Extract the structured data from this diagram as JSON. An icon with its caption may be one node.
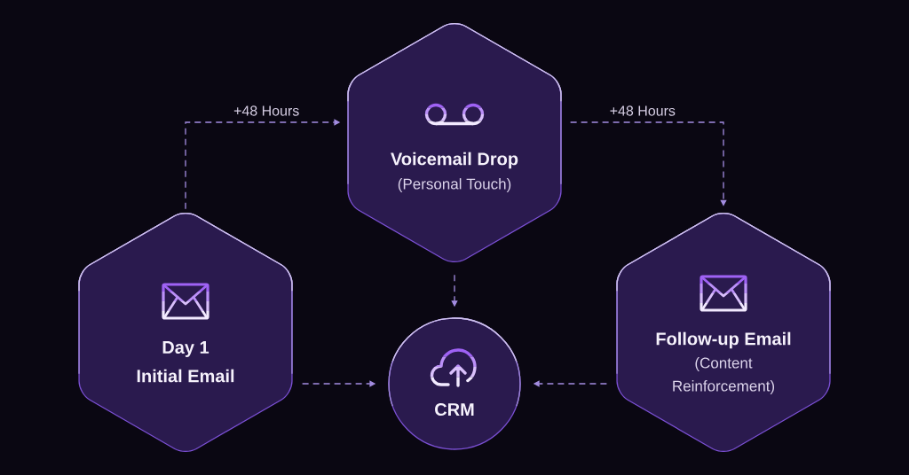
{
  "diagram": {
    "nodes": [
      {
        "text": [
          "Day 1",
          "Initial Email"
        ]
      },
      {
        "text": [
          "Voicemail Drop",
          "(Personal Touch)"
        ]
      },
      {
        "text": [
          "Follow-up Email",
          "(Content Reinforcement)"
        ]
      },
      {
        "text": [
          "CRM"
        ]
      }
    ],
    "edges": [
      {
        "from": 0,
        "to": 1,
        "arrow": "to",
        "label": "+48 Hours",
        "style": "dashed"
      },
      {
        "from": 1,
        "to": 2,
        "arrow": "to",
        "label": "+48 Hours",
        "style": "dashed"
      },
      {
        "from": 1,
        "to": 3,
        "arrow": "to",
        "style": "dashed"
      },
      {
        "from": 0,
        "to": 3,
        "arrow": "to",
        "style": "dashed"
      },
      {
        "from": 2,
        "to": 3,
        "arrow": "to",
        "style": "dashed"
      }
    ]
  }
}
